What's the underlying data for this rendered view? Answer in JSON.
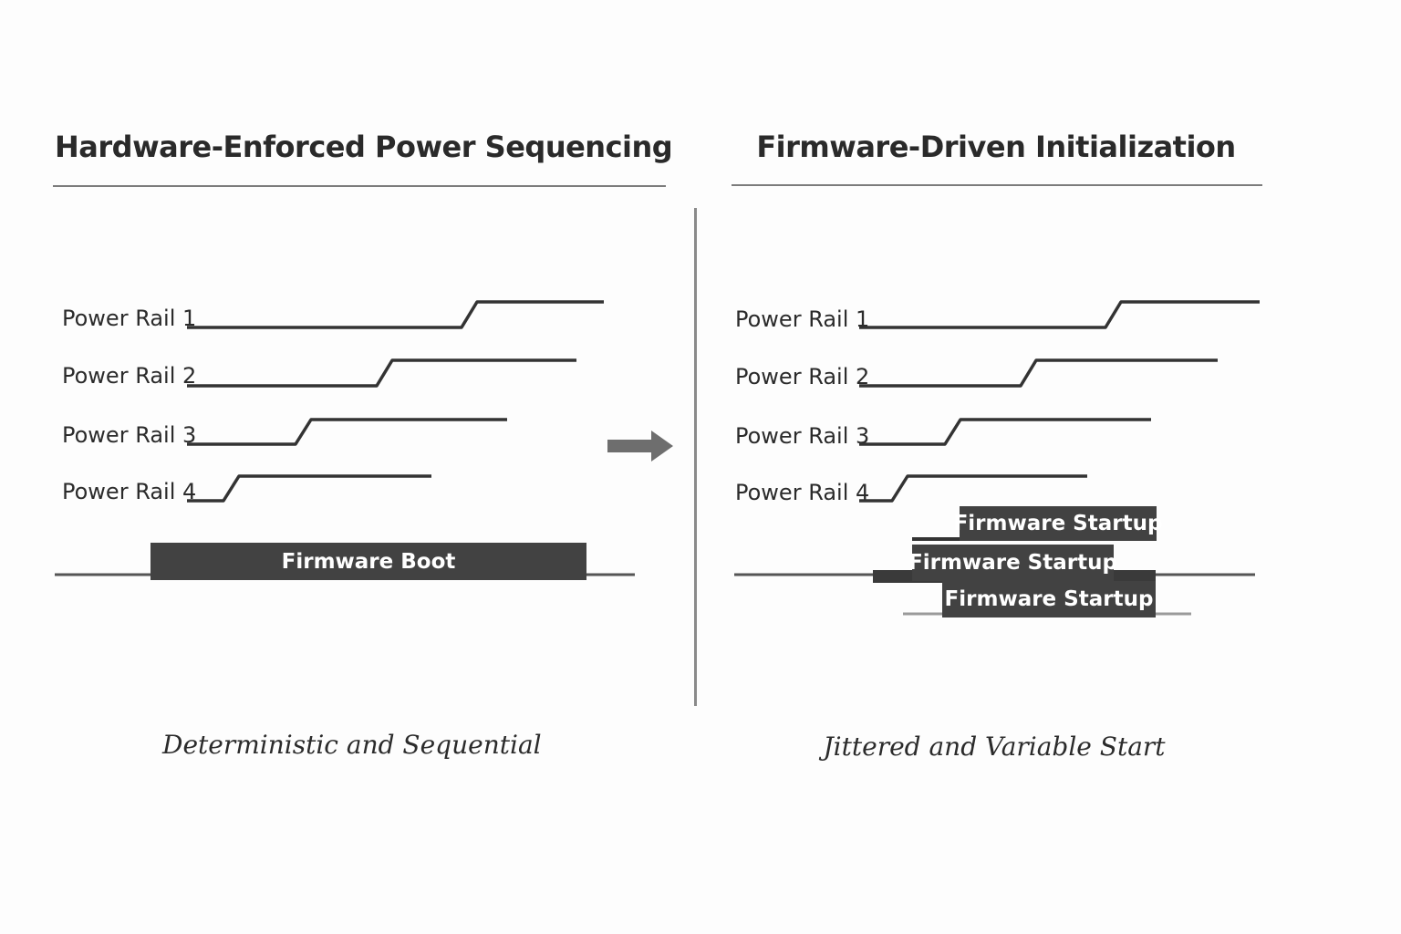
{
  "left_panel": {
    "title": "Hardware-Enforced Power Sequencing",
    "rails": [
      "Power Rail 1",
      "Power Rail 2",
      "Power Rail 3",
      "Power Rail 4"
    ],
    "firmware_block": "Firmware Boot",
    "caption": "Deterministic and Sequential"
  },
  "right_panel": {
    "title": "Firmware-Driven Initialization",
    "rails": [
      "Power Rail 1",
      "Power Rail 2",
      "Power Rail 3",
      "Power Rail 4"
    ],
    "firmware_blocks": [
      "Firmware Startup",
      "Firmware Startup",
      "Firmware Startup"
    ],
    "caption": "Jittered and Variable Start"
  },
  "icons": {
    "transition": "right-arrow-icon"
  },
  "colors": {
    "line": "#333333",
    "block": "#424242",
    "arrow": "#6e6e6e",
    "rule": "#7c7c7c"
  }
}
